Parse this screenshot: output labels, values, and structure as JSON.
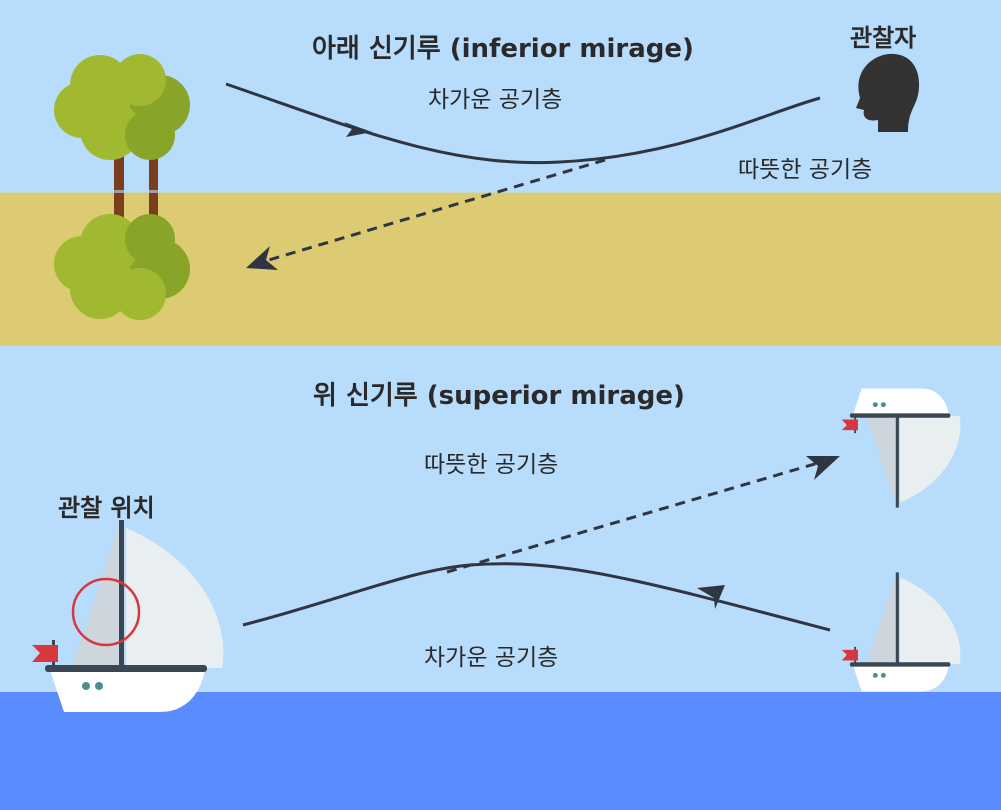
{
  "inferior": {
    "title": "아래 신기루 (inferior mirage)",
    "cold_layer": "차가운 공기층",
    "warm_layer": "따뜻한 공기층",
    "observer": "관찰자"
  },
  "superior": {
    "title": "위 신기루 (superior mirage)",
    "warm_layer": "따뜻한 공기층",
    "cold_layer": "차가운 공기층",
    "observer_position": "관찰 위치"
  },
  "colors": {
    "sky": "#b8dcfb",
    "sand": "#dccb72",
    "sea": "#5b8cff",
    "tree_leaf": "#a1b930",
    "tree_trunk": "#7a3e1d",
    "ray": "#2f3541",
    "flag": "#d8383d",
    "highlight_circle": "#d8383d",
    "observer_head": "#333333"
  },
  "icons": [
    "tree-icon",
    "tree-reflection-icon",
    "observer-head-icon",
    "sailboat-icon",
    "sailboat-mirage-icon",
    "arrowhead-icon"
  ]
}
